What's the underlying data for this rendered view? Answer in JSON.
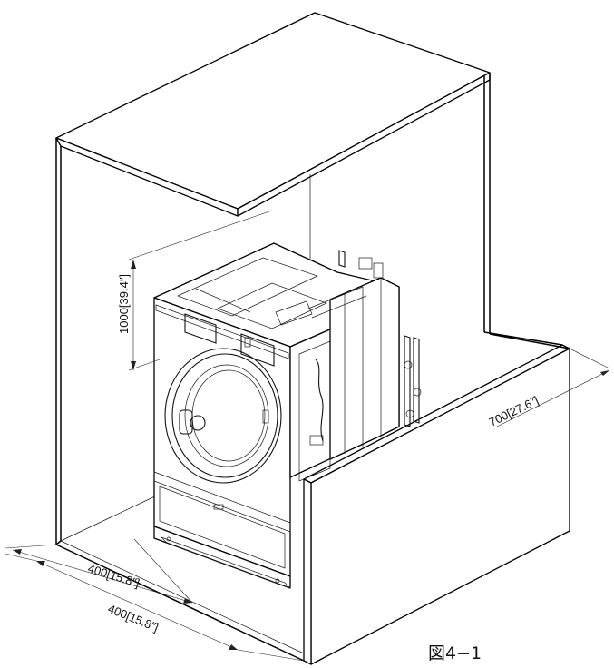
{
  "dimensions": {
    "height": "1000[39.4″]",
    "depth": "700[27.6″]",
    "front_clearance": "400[15.8″]",
    "side_clearance": "400[15.8″]"
  },
  "caption": "図4−1",
  "colors": {
    "line": "#000000",
    "background": "#ffffff"
  }
}
